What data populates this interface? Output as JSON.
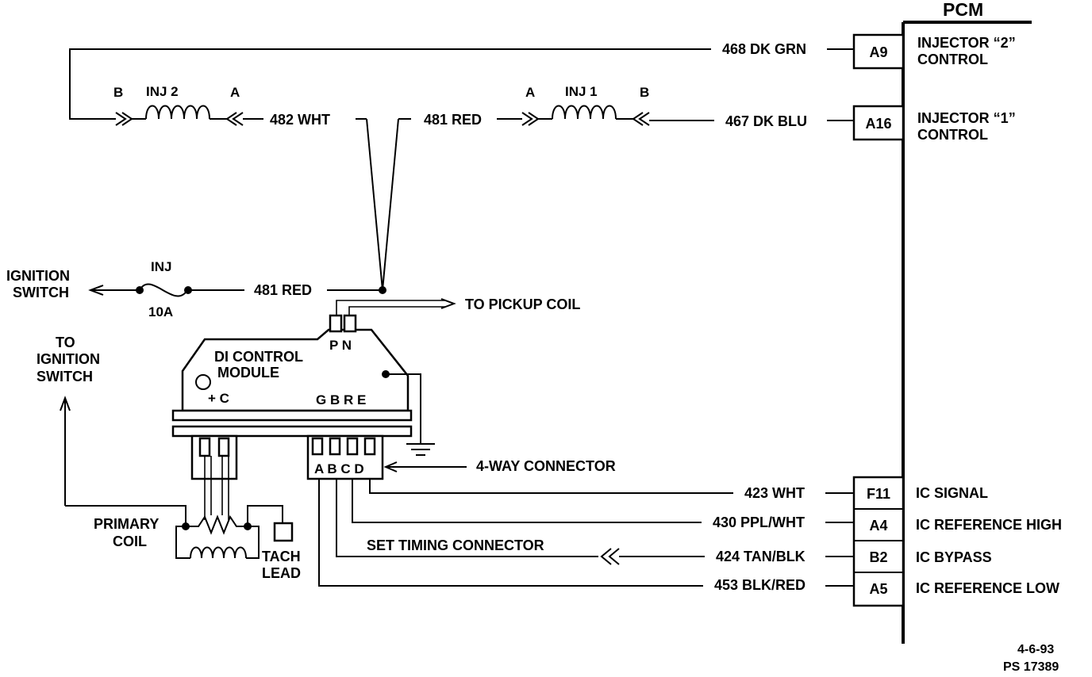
{
  "pcm": {
    "title": "PCM",
    "pins": [
      {
        "pin": "A9",
        "wire": "468 DK GRN",
        "desc1": "INJECTOR “2”",
        "desc2": "CONTROL"
      },
      {
        "pin": "A16",
        "wire": "467 DK BLU",
        "desc1": "INJECTOR “1”",
        "desc2": "CONTROL"
      },
      {
        "pin": "F11",
        "wire": "423 WHT",
        "desc1": "IC SIGNAL"
      },
      {
        "pin": "A4",
        "wire": "430 PPL/WHT",
        "desc1": "IC REFERENCE HIGH"
      },
      {
        "pin": "B2",
        "wire": "424 TAN/BLK",
        "desc1": "IC BYPASS"
      },
      {
        "pin": "A5",
        "wire": "453 BLK/RED",
        "desc1": "IC REFERENCE LOW"
      }
    ]
  },
  "injectors": {
    "inj2": {
      "name": "INJ 2",
      "left": "B",
      "right": "A"
    },
    "inj1": {
      "name": "INJ 1",
      "left": "A",
      "right": "B"
    },
    "wire_482": "482 WHT",
    "wire_481": "481 RED"
  },
  "fuse": {
    "name": "INJ",
    "rating": "10A",
    "wire": "481 RED"
  },
  "ignition_switch": {
    "line1": "IGNITION",
    "line2": "SWITCH"
  },
  "to_ignition_switch": {
    "line1": "TO",
    "line2": "IGNITION",
    "line3": "SWITCH"
  },
  "pickup_coil": "TO  PICKUP COIL",
  "module": {
    "line1": "DI CONTROL",
    "line2": "MODULE",
    "terminals_top": "P N",
    "terminals_c": "+ C",
    "terminals_gbre": "G B R E",
    "connector_pins": "A B C D"
  },
  "four_way_connector": "4-WAY CONNECTOR",
  "set_timing_connector": "SET TIMING CONNECTOR",
  "primary_coil": {
    "line1": "PRIMARY",
    "line2": "COIL"
  },
  "tach_lead": {
    "line1": "TACH",
    "line2": "LEAD"
  },
  "footer": {
    "date": "4-6-93",
    "code": "PS 17389"
  }
}
